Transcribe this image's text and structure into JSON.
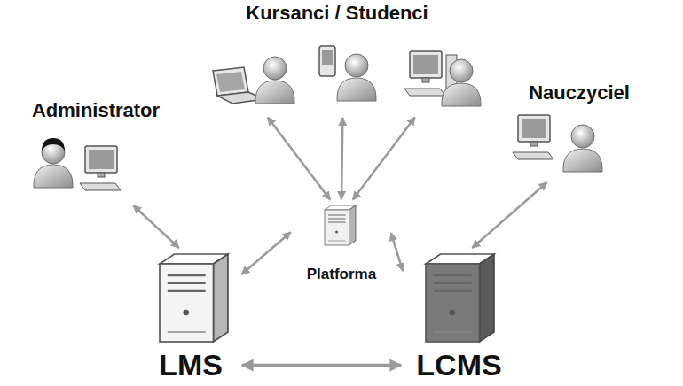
{
  "diagram": {
    "nodes": [
      {
        "text": [
          "Kursanci / Studenci"
        ]
      },
      {
        "text": [
          "Administrator"
        ]
      },
      {
        "text": [
          "Nauczyciel"
        ]
      },
      {
        "text": [
          "Platforma"
        ]
      },
      {
        "text": [
          "LMS"
        ]
      },
      {
        "text": [
          "LCMS"
        ]
      }
    ],
    "edges": [
      {
        "from": 1,
        "to": 4,
        "arrow": "both"
      },
      {
        "from": 0,
        "to": 3,
        "arrow": "both"
      },
      {
        "from": 0,
        "to": 3,
        "arrow": "both"
      },
      {
        "from": 0,
        "to": 3,
        "arrow": "both"
      },
      {
        "from": 2,
        "to": 5,
        "arrow": "both"
      },
      {
        "from": 4,
        "to": 3,
        "arrow": "both"
      },
      {
        "from": 3,
        "to": 5,
        "arrow": "both"
      },
      {
        "from": 4,
        "to": 5,
        "arrow": "both"
      }
    ]
  }
}
